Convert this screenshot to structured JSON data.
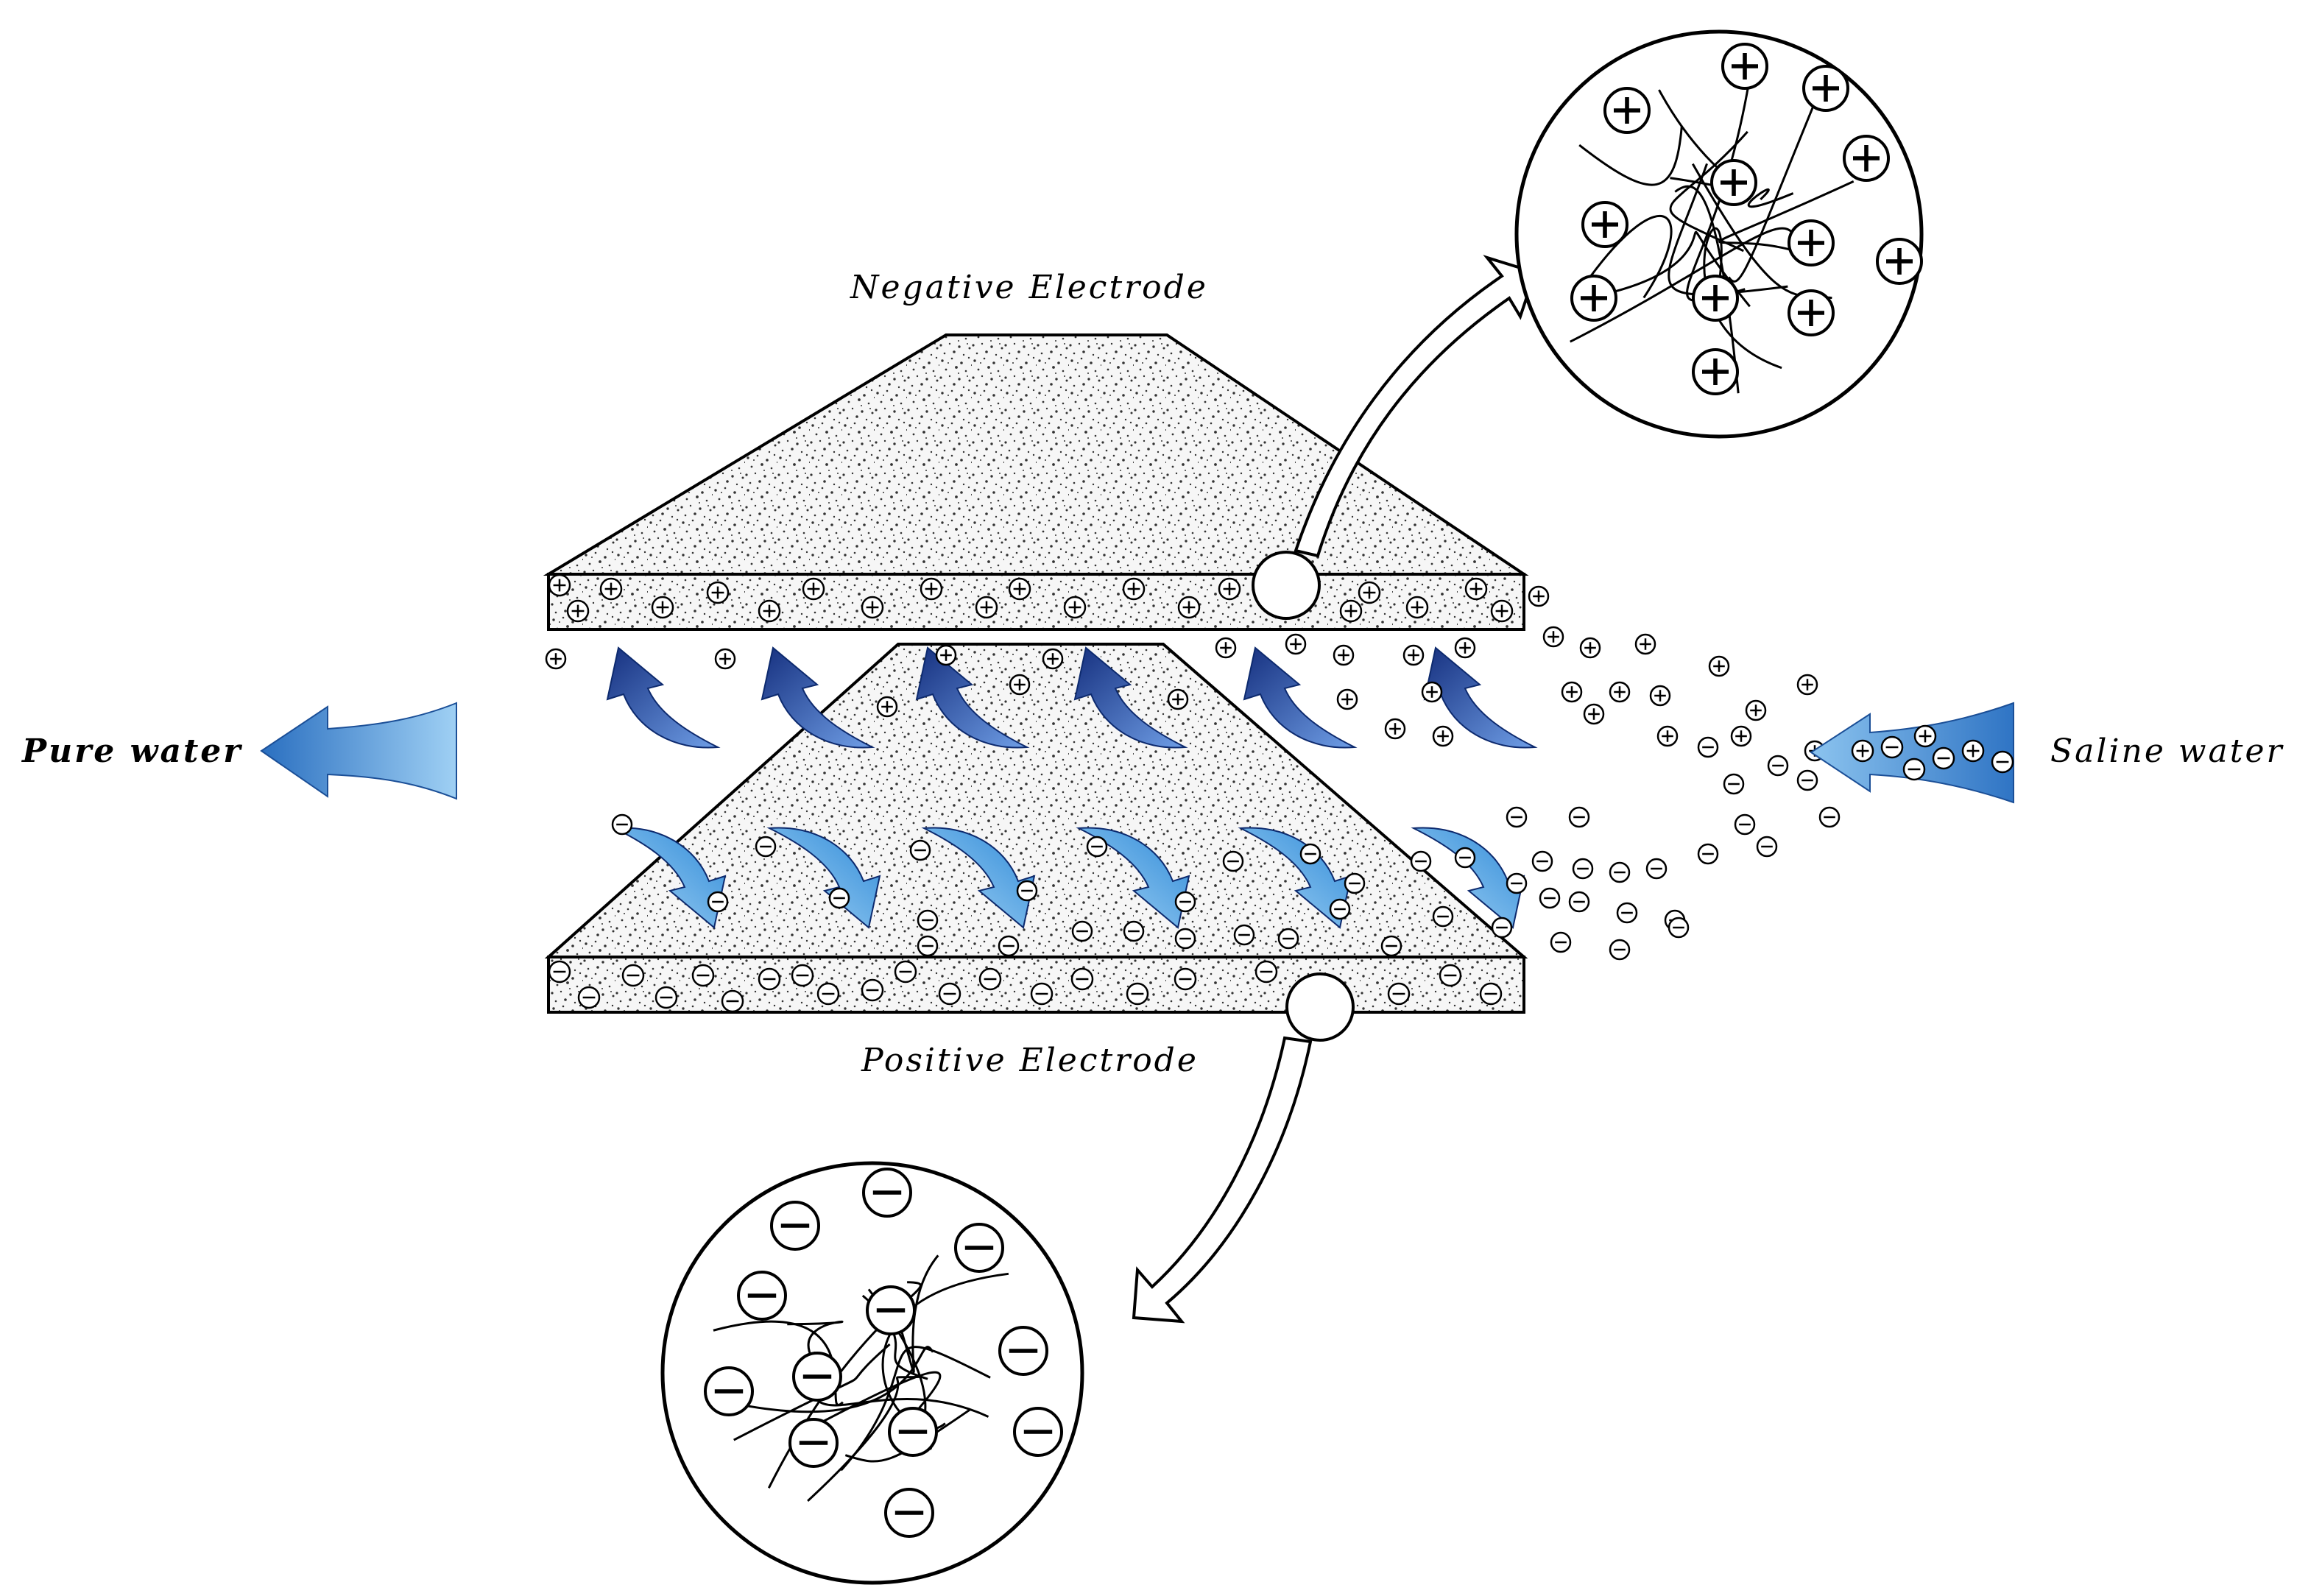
{
  "labels": {
    "negative_electrode": "Negative Electrode",
    "positive_electrode": "Positive Electrode",
    "pure_water": "Pure water",
    "saline_water": "Saline water"
  },
  "symbols": {
    "cation": "+",
    "anion": "−"
  },
  "colors": {
    "dark_blue_arrow": "#1f3f99",
    "light_blue_arrow": "#3f96dd",
    "outlet_arrow": "#2f79c8",
    "inlet_arrow": "#3f86d3",
    "ink": "#000000",
    "electrode_fill": "#f4f4f4"
  },
  "icons": [
    "cation-icon",
    "anion-icon",
    "curved-flow-arrow-icon",
    "zoom-callout-arrow-icon"
  ]
}
